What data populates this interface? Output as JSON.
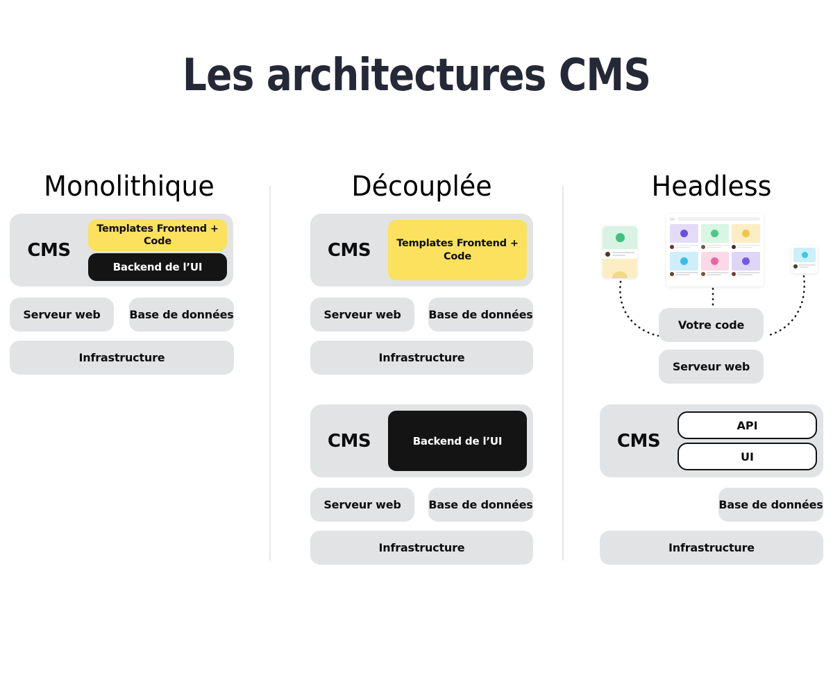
{
  "page": {
    "title": "Les architectures CMS",
    "background": "#ffffff",
    "title_color": "#252836",
    "accent_yellow": "#fbe15d",
    "accent_grey": "#e1e3e5",
    "accent_black": "#141414"
  },
  "columns": [
    {
      "id": "monolithique",
      "title": "Monolithique",
      "groups": [
        {
          "cms_label": "CMS",
          "inner": [
            {
              "label": "Templates Frontend + Code",
              "style": "yellow"
            },
            {
              "label": "Backend de l’UI",
              "style": "black"
            }
          ],
          "rows": [
            [
              "Serveur web",
              "Base de données"
            ],
            [
              "Infrastructure"
            ]
          ]
        }
      ]
    },
    {
      "id": "decouplee",
      "title": "Découplée",
      "groups": [
        {
          "cms_label": "CMS",
          "inner": [
            {
              "label": "Templates Frontend + Code",
              "style": "yellow"
            }
          ],
          "rows": [
            [
              "Serveur web",
              "Base de données"
            ],
            [
              "Infrastructure"
            ]
          ]
        },
        {
          "cms_label": "CMS",
          "inner": [
            {
              "label": "Backend de l’UI",
              "style": "black"
            }
          ],
          "rows": [
            [
              "Serveur web",
              "Base de données"
            ],
            [
              "Infrastructure"
            ]
          ]
        }
      ]
    },
    {
      "id": "headless",
      "title": "Headless",
      "channels": {
        "caption_code": "Votre code",
        "caption_server": "Serveur web",
        "mockups": [
          "mobile-card-preview",
          "browser-grid-preview",
          "widget-card-preview"
        ]
      },
      "groups": [
        {
          "cms_label": "CMS",
          "inner": [
            {
              "label": "API",
              "style": "outline"
            },
            {
              "label": "UI",
              "style": "outline"
            }
          ],
          "rows": [
            [
              "Base de données"
            ],
            [
              "Infrastructure"
            ]
          ]
        }
      ]
    }
  ],
  "mockup_colors": {
    "browser_cards": [
      {
        "bg": "#e3dcf7",
        "dot": "#6b4fe0"
      },
      {
        "bg": "#d9f5e4",
        "dot": "#49c988"
      },
      {
        "bg": "#fbeec4",
        "dot": "#f0c64a"
      },
      {
        "bg": "#cfeefb",
        "dot": "#34bfe8"
      },
      {
        "bg": "#fbd9e6",
        "dot": "#ee62a4"
      },
      {
        "bg": "#ded6f7",
        "dot": "#7358e3"
      }
    ],
    "browser_avatars": [
      "#7a2b2b",
      "#6b5a3a",
      "#3d3228",
      "#5a4a36",
      "#6e5a3e",
      "#7a3a2b"
    ],
    "mobile_hero": "#d8f3e3",
    "mobile_hero_dot": "#3fbf7f",
    "mobile_hero2": "#fbeec4",
    "widget_img": "#cdeffb",
    "widget_dot": "#3cc8ea"
  }
}
